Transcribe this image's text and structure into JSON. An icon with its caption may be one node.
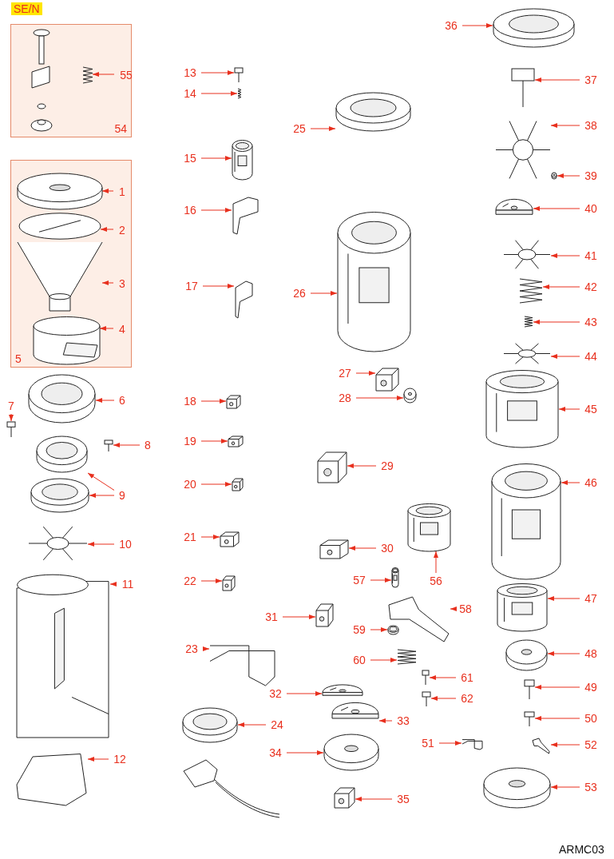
{
  "diagram": {
    "nodes": [
      {
        "text": [
          "54"
        ]
      },
      {
        "text": [
          "55"
        ],
        "in": 0
      },
      {
        "text": [],
        "shape": "picture",
        "in": 0
      },
      {
        "text": [
          "5"
        ]
      },
      {
        "text": [
          "1"
        ],
        "in": 3
      },
      {
        "text": [],
        "shape": "picture",
        "in": 3
      },
      {
        "text": [
          "2"
        ],
        "in": 3
      },
      {
        "text": [],
        "shape": "picture",
        "in": 3
      },
      {
        "text": [
          "3"
        ],
        "in": 3
      },
      {
        "text": [],
        "shape": "picture",
        "in": 3
      },
      {
        "text": [
          "4"
        ],
        "in": 3
      },
      {
        "text": [],
        "shape": "picture",
        "in": 3
      },
      {
        "text": [
          "6"
        ]
      },
      {
        "text": [],
        "shape": "picture"
      },
      {
        "text": [
          "7"
        ]
      },
      {
        "text": [],
        "shape": "picture"
      },
      {
        "text": [
          "8"
        ]
      },
      {
        "text": [],
        "shape": "picture"
      },
      {
        "text": [
          "9"
        ]
      },
      {
        "text": [],
        "shape": "picture"
      },
      {
        "text": [],
        "shape": "picture"
      },
      {
        "text": [
          "10"
        ]
      },
      {
        "text": [],
        "shape": "picture"
      },
      {
        "text": [
          "11"
        ]
      },
      {
        "text": [],
        "shape": "picture"
      },
      {
        "text": [
          "12"
        ]
      },
      {
        "text": [],
        "shape": "picture"
      },
      {
        "text": [
          "13"
        ]
      },
      {
        "text": [],
        "shape": "picture"
      },
      {
        "text": [
          "14"
        ]
      },
      {
        "text": [],
        "shape": "picture"
      },
      {
        "text": [
          "15"
        ]
      },
      {
        "text": [],
        "shape": "picture"
      },
      {
        "text": [
          "16"
        ]
      },
      {
        "text": [],
        "shape": "picture"
      },
      {
        "text": [
          "17"
        ]
      },
      {
        "text": [],
        "shape": "picture"
      },
      {
        "text": [
          "18"
        ]
      },
      {
        "text": [],
        "shape": "picture"
      },
      {
        "text": [
          "19"
        ]
      },
      {
        "text": [],
        "shape": "picture"
      },
      {
        "text": [
          "20"
        ]
      },
      {
        "text": [],
        "shape": "picture"
      },
      {
        "text": [
          "21"
        ]
      },
      {
        "text": [],
        "shape": "picture"
      },
      {
        "text": [
          "22"
        ]
      },
      {
        "text": [],
        "shape": "picture"
      },
      {
        "text": [
          "23"
        ]
      },
      {
        "text": [],
        "shape": "picture"
      },
      {
        "text": [
          "24"
        ]
      },
      {
        "text": [],
        "shape": "picture"
      },
      {
        "text": [
          "25"
        ]
      },
      {
        "text": [],
        "shape": "picture"
      },
      {
        "text": [
          "26"
        ]
      },
      {
        "text": [],
        "shape": "picture"
      },
      {
        "text": [
          "27"
        ]
      },
      {
        "text": [],
        "shape": "picture"
      },
      {
        "text": [
          "28"
        ]
      },
      {
        "text": [],
        "shape": "picture"
      },
      {
        "text": [
          "29"
        ]
      },
      {
        "text": [],
        "shape": "picture"
      },
      {
        "text": [
          "30"
        ]
      },
      {
        "text": [],
        "shape": "picture"
      },
      {
        "text": [
          "56"
        ]
      },
      {
        "text": [],
        "shape": "picture"
      },
      {
        "text": [
          "57"
        ]
      },
      {
        "text": [],
        "shape": "picture"
      },
      {
        "text": [
          "31"
        ]
      },
      {
        "text": [],
        "shape": "picture"
      },
      {
        "text": [
          "58"
        ]
      },
      {
        "text": [],
        "shape": "picture"
      },
      {
        "text": [
          "59"
        ]
      },
      {
        "text": [],
        "shape": "picture"
      },
      {
        "text": [
          "60"
        ]
      },
      {
        "text": [],
        "shape": "picture"
      },
      {
        "text": [
          "61"
        ]
      },
      {
        "text": [],
        "shape": "picture"
      },
      {
        "text": [
          "62"
        ]
      },
      {
        "text": [],
        "shape": "picture"
      },
      {
        "text": [
          "32"
        ]
      },
      {
        "text": [],
        "shape": "picture"
      },
      {
        "text": [
          "33"
        ]
      },
      {
        "text": [],
        "shape": "picture"
      },
      {
        "text": [
          "34"
        ]
      },
      {
        "text": [],
        "shape": "picture"
      },
      {
        "text": [
          "51"
        ]
      },
      {
        "text": [],
        "shape": "picture"
      },
      {
        "text": [
          "35"
        ]
      },
      {
        "text": [],
        "shape": "picture"
      },
      {
        "text": [
          "36"
        ]
      },
      {
        "text": [],
        "shape": "picture"
      },
      {
        "text": [
          "37"
        ]
      },
      {
        "text": [],
        "shape": "picture"
      },
      {
        "text": [
          "38"
        ]
      },
      {
        "text": [],
        "shape": "picture"
      },
      {
        "text": [
          "39"
        ]
      },
      {
        "text": [],
        "shape": "picture"
      },
      {
        "text": [
          "40"
        ]
      },
      {
        "text": [],
        "shape": "picture"
      },
      {
        "text": [
          "41"
        ]
      },
      {
        "text": [],
        "shape": "picture"
      },
      {
        "text": [
          "42"
        ]
      },
      {
        "text": [],
        "shape": "picture"
      },
      {
        "text": [
          "43"
        ]
      },
      {
        "text": [],
        "shape": "picture"
      },
      {
        "text": [
          "44"
        ]
      },
      {
        "text": [],
        "shape": "picture"
      },
      {
        "text": [
          "45"
        ]
      },
      {
        "text": [],
        "shape": "picture"
      },
      {
        "text": [
          "46"
        ]
      },
      {
        "text": [],
        "shape": "picture"
      },
      {
        "text": [
          "47"
        ]
      },
      {
        "text": [],
        "shape": "picture"
      },
      {
        "text": [
          "48"
        ]
      },
      {
        "text": [],
        "shape": "picture"
      },
      {
        "text": [
          "49"
        ]
      },
      {
        "text": [],
        "shape": "picture"
      },
      {
        "text": [
          "50"
        ]
      },
      {
        "text": [],
        "shape": "picture"
      },
      {
        "text": [
          "52"
        ]
      },
      {
        "text": [],
        "shape": "picture"
      },
      {
        "text": [
          "53"
        ]
      },
      {
        "text": [],
        "shape": "picture"
      }
    ],
    "edges": [
      {
        "from": 1,
        "to": 2,
        "arrow": "to"
      },
      {
        "from": 4,
        "to": 5,
        "arrow": "to"
      },
      {
        "from": 6,
        "to": 7,
        "arrow": "to"
      },
      {
        "from": 8,
        "to": 9,
        "arrow": "to"
      },
      {
        "from": 10,
        "to": 11,
        "arrow": "to"
      },
      {
        "from": 12,
        "to": 13,
        "arrow": "to"
      },
      {
        "from": 14,
        "to": 15,
        "arrow": "to"
      },
      {
        "from": 16,
        "to": 17,
        "arrow": "to"
      },
      {
        "from": 18,
        "to": 19,
        "arrow": "to"
      },
      {
        "from": 18,
        "to": 20,
        "arrow": "to"
      },
      {
        "from": 21,
        "to": 22,
        "arrow": "to"
      },
      {
        "from": 23,
        "to": 24,
        "arrow": "to"
      },
      {
        "from": 25,
        "to": 26,
        "arrow": "to"
      },
      {
        "from": 27,
        "to": 28,
        "arrow": "to"
      },
      {
        "from": 29,
        "to": 30,
        "arrow": "to"
      },
      {
        "from": 31,
        "to": 32,
        "arrow": "to"
      },
      {
        "from": 33,
        "to": 34,
        "arrow": "to"
      },
      {
        "from": 35,
        "to": 36,
        "arrow": "to"
      },
      {
        "from": 37,
        "to": 38,
        "arrow": "to"
      },
      {
        "from": 39,
        "to": 40,
        "arrow": "to"
      },
      {
        "from": 41,
        "to": 42,
        "arrow": "to"
      },
      {
        "from": 43,
        "to": 44,
        "arrow": "to"
      },
      {
        "from": 45,
        "to": 46,
        "arrow": "to"
      },
      {
        "from": 47,
        "to": 48,
        "arrow": "to"
      },
      {
        "from": 49,
        "to": 50,
        "arrow": "to"
      },
      {
        "from": 51,
        "to": 52,
        "arrow": "to"
      },
      {
        "from": 53,
        "to": 54,
        "arrow": "to"
      },
      {
        "from": 55,
        "to": 56,
        "arrow": "to"
      },
      {
        "from": 57,
        "to": 58,
        "arrow": "to"
      },
      {
        "from": 59,
        "to": 60,
        "arrow": "to"
      },
      {
        "from": 61,
        "to": 62,
        "arrow": "to"
      },
      {
        "from": 63,
        "to": 64,
        "arrow": "to"
      },
      {
        "from": 65,
        "to": 66,
        "arrow": "to"
      },
      {
        "from": 67,
        "to": 68,
        "arrow": "to"
      },
      {
        "from": 69,
        "to": 70,
        "arrow": "to"
      },
      {
        "from": 71,
        "to": 72,
        "arrow": "to"
      },
      {
        "from": 73,
        "to": 74,
        "arrow": "to"
      },
      {
        "from": 75,
        "to": 76,
        "arrow": "to"
      },
      {
        "from": 77,
        "to": 78,
        "arrow": "to"
      },
      {
        "from": 79,
        "to": 80,
        "arrow": "to"
      },
      {
        "from": 81,
        "to": 82,
        "arrow": "to"
      },
      {
        "from": 83,
        "to": 84,
        "arrow": "to"
      },
      {
        "from": 85,
        "to": 86,
        "arrow": "to"
      },
      {
        "from": 87,
        "to": 88,
        "arrow": "to"
      },
      {
        "from": 89,
        "to": 90,
        "arrow": "to"
      },
      {
        "from": 91,
        "to": 92,
        "arrow": "to"
      },
      {
        "from": 93,
        "to": 94,
        "arrow": "to"
      },
      {
        "from": 95,
        "to": 96,
        "arrow": "to"
      },
      {
        "from": 97,
        "to": 98,
        "arrow": "to"
      },
      {
        "from": 99,
        "to": 100,
        "arrow": "to"
      },
      {
        "from": 101,
        "to": 102,
        "arrow": "to"
      },
      {
        "from": 103,
        "to": 104,
        "arrow": "to"
      },
      {
        "from": 105,
        "to": 106,
        "arrow": "to"
      },
      {
        "from": 107,
        "to": 108,
        "arrow": "to"
      },
      {
        "from": 109,
        "to": 110,
        "arrow": "to"
      },
      {
        "from": 111,
        "to": 112,
        "arrow": "to"
      },
      {
        "from": 113,
        "to": 114,
        "arrow": "to"
      },
      {
        "from": 115,
        "to": 116,
        "arrow": "to"
      },
      {
        "from": 117,
        "to": 118,
        "arrow": "to"
      },
      {
        "from": 119,
        "to": 120,
        "arrow": "to"
      },
      {
        "from": 121,
        "to": 122,
        "arrow": "to"
      }
    ],
    "labels": [
      "SE/N",
      "ARMC03"
    ]
  }
}
